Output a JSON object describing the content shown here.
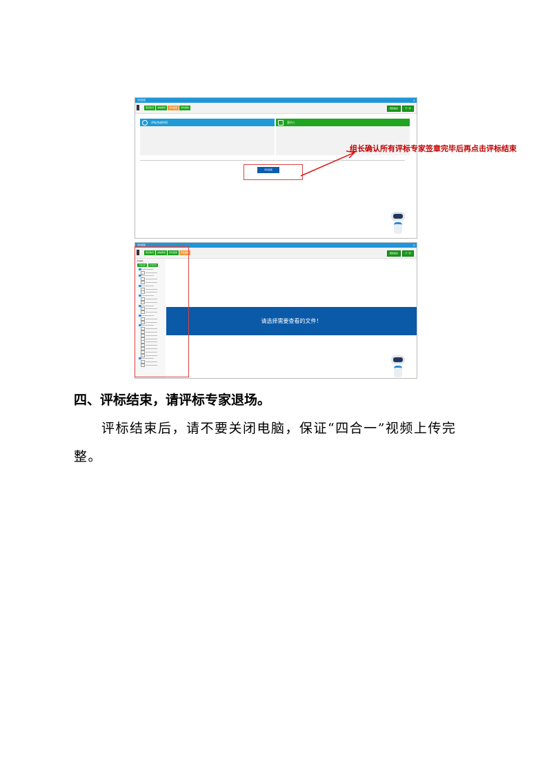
{
  "screenshot1": {
    "title": "评标结束",
    "tabs": [
      "项目情况",
      "资格审查",
      "评标结束",
      "评标报告"
    ],
    "right_buttons": [
      "报告提交",
      "下一步"
    ],
    "panel_left": "评标完成时间",
    "panel_right": "签约人",
    "end_button": "评标结束",
    "annotation": "组长确认所有评标专家签章完毕后再点击评标结束"
  },
  "screenshot2": {
    "title": "评标结束",
    "tabs": [
      "项目情况",
      "资格审查",
      "评标结束",
      "评标报告"
    ],
    "right_buttons": [
      "报告提交",
      "下一步"
    ],
    "sidebar_title": "评标报告",
    "sidebar_buttons": [
      "下载全部",
      "打开文件"
    ],
    "banner": "请选择需要查看的文件！"
  },
  "heading": "四、评标结束，请评标专家退场。",
  "paragraph_line1": "评标结束后，请不要关闭电脑，保证“四合一”视频上传完",
  "paragraph_line2": "整。"
}
